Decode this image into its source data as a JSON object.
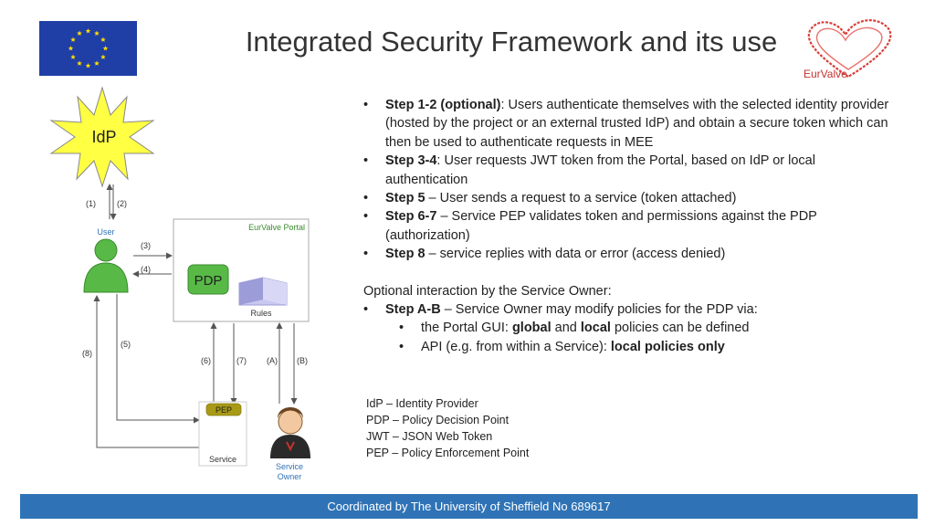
{
  "title": "Integrated Security Framework and its use",
  "logo": {
    "text": "EurValve"
  },
  "diagram": {
    "idp": "IdP",
    "user": "User",
    "portal": "EurValve Portal",
    "pdp": "PDP",
    "rules": "Rules",
    "pep": "PEP",
    "service": "Service",
    "owner_line1": "Service",
    "owner_line2": "Owner",
    "arrows": {
      "a1": "(1)",
      "a2": "(2)",
      "a3": "(3)",
      "a4": "(4)",
      "a5": "(5)",
      "a6": "(6)",
      "a7": "(7)",
      "a8": "(8)",
      "aA": "(A)",
      "aB": "(B)"
    }
  },
  "steps": [
    {
      "bold": "Step 1-2 (optional)",
      "text": ": Users authenticate themselves with the selected identity provider (hosted by the project or an external trusted IdP) and obtain a secure token which can then be used to authenticate requests in MEE"
    },
    {
      "bold": "Step 3-4",
      "text": ": User requests JWT token from the Portal, based on IdP or local authentication"
    },
    {
      "bold": "Step 5",
      "text": " – User sends a request to a service (token attached)"
    },
    {
      "bold": "Step 6-7",
      "text": " – Service PEP validates token and permissions against the PDP (authorization)"
    },
    {
      "bold": "Step 8",
      "text": " – service replies with data or error (access denied)"
    }
  ],
  "optional": {
    "intro": "Optional interaction by the Service Owner:",
    "step_bold": "Step A-B",
    "step_text": " – Service Owner may modify policies for the PDP via:",
    "sub1": {
      "pre": "the Portal GUI: ",
      "b1": "global",
      "mid": " and ",
      "b2": "local",
      "post": " policies can be defined"
    },
    "sub2": {
      "pre": "API (e.g. from within a Service): ",
      "b": "local policies only"
    }
  },
  "glossary": [
    "IdP – Identity Provider",
    "PDP – Policy Decision Point",
    "JWT – JSON Web Token",
    "PEP – Policy Enforcement Point"
  ],
  "footer": "Coordinated by The University of Sheffield No 689617",
  "colors": {
    "footer": "#2f73b6",
    "flag": "#1f3fa6",
    "pdp": "#58b947",
    "pep": "#a89a14",
    "idp": "#ffff44"
  }
}
